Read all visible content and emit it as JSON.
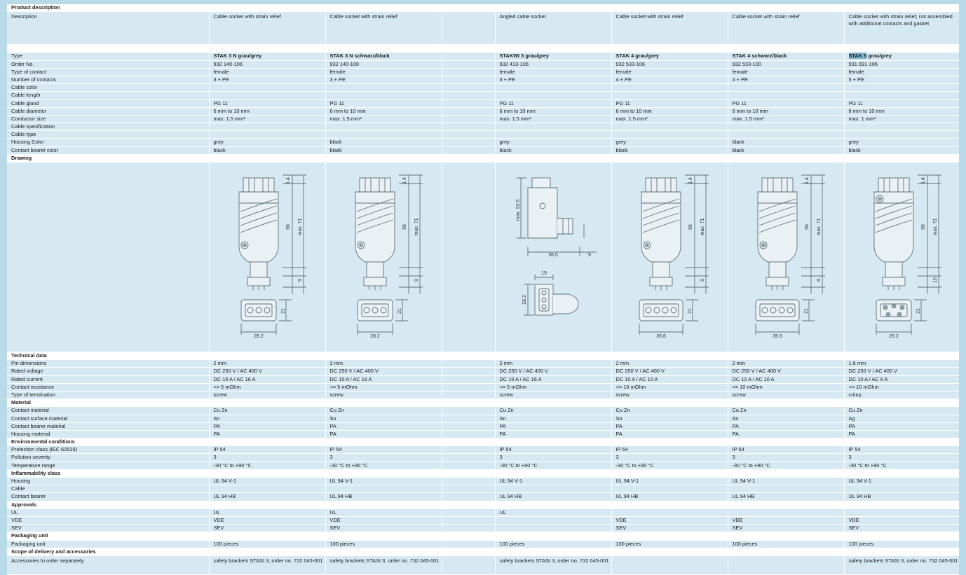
{
  "columns": [
    {
      "id": "c1",
      "desc": "Cable socket with strain relief",
      "type": "STAK 3 N grau/grey",
      "order": "932 140-106",
      "contact_type": "female",
      "contacts": "3 + PE",
      "gland": "PG 11",
      "diameter": "6 mm to 10 mm",
      "conductor": "max. 1.5 mm²",
      "housing_color": "grey",
      "bearer_color": "black",
      "pin": "2 mm",
      "voltage": "DC 250 V / AC 400 V",
      "current": "DC 10 A / AC 16 A",
      "resistance": "<= 5 mOhm",
      "termination": "screw",
      "contact_material": "Cu Zn",
      "surface": "Sn",
      "bearer_material": "PA",
      "housing_material": "PA",
      "protection": "IP 54",
      "pollution": "3",
      "temp": "-30 °C to +90 °C",
      "fl_housing": "UL 94 V-1",
      "fl_bearer": "UL 94 HB",
      "ul": "UL",
      "vde": "VDE",
      "sev": "SEV",
      "packaging": "100 pieces",
      "acc": "safety brackets STASI 3, order no. 732 045-001",
      "draw": {
        "kind": "straight",
        "dims": [
          "1.4",
          "56",
          "max. 71",
          "9",
          "21",
          "28.2"
        ]
      }
    },
    {
      "id": "c2",
      "desc": "Cable socket with strain relief",
      "type": "STAK 3 N schwarz/black",
      "order": "932 140-100",
      "contact_type": "female",
      "contacts": "3 + PE",
      "gland": "PG 11",
      "diameter": "6 mm to 10 mm",
      "conductor": "max. 1.5 mm²",
      "housing_color": "black",
      "bearer_color": "black",
      "pin": "2 mm",
      "voltage": "DC 250 V / AC 400 V",
      "current": "DC 10 A / AC 16 A",
      "resistance": "<= 5 mOhm",
      "termination": "screw",
      "contact_material": "Cu Zn",
      "surface": "Sn",
      "bearer_material": "PA",
      "housing_material": "PA",
      "protection": "IP 54",
      "pollution": "3",
      "temp": "-30 °C to +90 °C",
      "fl_housing": "UL 94 V-1",
      "fl_bearer": "UL 94 HB",
      "ul": "UL",
      "vde": "VDE",
      "sev": "SEV",
      "packaging": "100 pieces",
      "acc": "safety brackets STASI 3, order no. 732 045-001",
      "draw": {
        "kind": "straight",
        "dims": [
          "1.4",
          "56",
          "max. 71",
          "9",
          "21",
          "28.2"
        ]
      }
    },
    {
      "id": "c3",
      "desc": "",
      "type": "",
      "order": "",
      "contact_type": "",
      "contacts": "",
      "gland": "",
      "diameter": "",
      "conductor": "",
      "housing_color": "",
      "bearer_color": "",
      "pin": "",
      "voltage": "",
      "current": "",
      "resistance": "",
      "termination": "",
      "contact_material": "",
      "surface": "",
      "bearer_material": "",
      "housing_material": "",
      "protection": "",
      "pollution": "",
      "temp": "",
      "fl_housing": "",
      "fl_bearer": "",
      "ul": "",
      "vde": "",
      "sev": "",
      "packaging": "",
      "acc": "",
      "draw": {
        "kind": "none",
        "dims": []
      }
    },
    {
      "id": "c4",
      "desc": "Angled cable socket",
      "type": "STAKWI 3 grau/grey",
      "order": "932 413-106",
      "contact_type": "female",
      "contacts": "3 + PE",
      "gland": "PG 11",
      "diameter": "6 mm to 10 mm",
      "conductor": "max. 1.5 mm²",
      "housing_color": "grey",
      "bearer_color": "black",
      "pin": "2 mm",
      "voltage": "DC 250 V / AC 400 V",
      "current": "DC 10 A / AC 16 A",
      "resistance": "<= 5 mOhm",
      "termination": "screw",
      "contact_material": "Cu Zn",
      "surface": "Sn",
      "bearer_material": "PA",
      "housing_material": "PA",
      "protection": "IP 54",
      "pollution": "3",
      "temp": "-30 °C to +90 °C",
      "fl_housing": "UL 94 V-1",
      "fl_bearer": "UL 94 HB",
      "ul": "UL",
      "vde": "",
      "sev": "",
      "packaging": "100 pieces",
      "acc": "safety brackets STASI 3, order no. 732 045-001",
      "draw": {
        "kind": "angled",
        "dims": [
          "max. 53.5",
          "36.5",
          "9",
          "19",
          "28.2"
        ]
      }
    },
    {
      "id": "c5",
      "desc": "Cable socket with strain relief",
      "type": "STAK 4 grau/grey",
      "order": "932 533-106",
      "contact_type": "female",
      "contacts": "4 + PE",
      "gland": "PG 11",
      "diameter": "6 mm to 10 mm",
      "conductor": "max. 1.5 mm²",
      "housing_color": "grey",
      "bearer_color": "black",
      "pin": "2 mm",
      "voltage": "DC 250 V / AC 400 V",
      "current": "DC 10 A / AC 10 A",
      "resistance": "<= 10 mOhm",
      "termination": "screw",
      "contact_material": "Cu Zn",
      "surface": "Sn",
      "bearer_material": "PA",
      "housing_material": "PA",
      "protection": "IP 54",
      "pollution": "3",
      "temp": "-30 °C to +90 °C",
      "fl_housing": "UL 94 V-1",
      "fl_bearer": "UL 94 HB",
      "ul": "",
      "vde": "VDE",
      "sev": "SEV",
      "packaging": "100 pieces",
      "acc": "",
      "draw": {
        "kind": "straight4",
        "dims": [
          "1.4",
          "56",
          "max. 71",
          "9",
          "21",
          "35.6"
        ]
      }
    },
    {
      "id": "c6",
      "desc": "Cable socket with strain relief",
      "type": "STAK 4 schwarz/black",
      "order": "932 533-100",
      "contact_type": "female",
      "contacts": "4 + PE",
      "gland": "PG 11",
      "diameter": "6 mm to 10 mm",
      "conductor": "max. 1.5 mm²",
      "housing_color": "black",
      "bearer_color": "black",
      "pin": "2 mm",
      "voltage": "DC 250 V / AC 400 V",
      "current": "DC 10 A / AC 10 A",
      "resistance": "<= 10 mOhm",
      "termination": "screw",
      "contact_material": "Cu Zn",
      "surface": "Sn",
      "bearer_material": "PA",
      "housing_material": "PA",
      "protection": "IP 54",
      "pollution": "3",
      "temp": "-30 °C to +90 °C",
      "fl_housing": "UL 94 V-1",
      "fl_bearer": "UL 94 HB",
      "ul": "",
      "vde": "VDE",
      "sev": "SEV",
      "packaging": "100 pieces",
      "acc": "",
      "draw": {
        "kind": "straight4",
        "dims": [
          "1.4",
          "56",
          "max. 71",
          "9",
          "21",
          "35.6"
        ]
      }
    },
    {
      "id": "c7",
      "desc": "Cable socket with strain relief, not assembled with additional contacts and gasket",
      "type_hl": "STAK 5",
      "type": " grau/grey",
      "order": "931 691-106",
      "contact_type": "female",
      "contacts": "5 + PE",
      "gland": "PG 11",
      "diameter": "8 mm to 10 mm",
      "conductor": "max. 1 mm²",
      "housing_color": "grey",
      "bearer_color": "black",
      "pin": "1.6 mm",
      "voltage": "DC 250 V / AC 400 V",
      "current": "DC 10 A / AC 6 A",
      "resistance": "<= 10 mOhm",
      "termination": "crimp",
      "contact_material": "Cu Zn",
      "surface": "Ag",
      "bearer_material": "PA",
      "housing_material": "PA",
      "protection": "IP 54",
      "pollution": "3",
      "temp": "-30 °C to +90 °C",
      "fl_housing": "UL 94 V-1",
      "fl_bearer": "UL 94 HB",
      "ul": "",
      "vde": "VDE",
      "sev": "SEV",
      "packaging": "100 pieces",
      "acc": "safety brackets STASI 3, order no. 732 045-001",
      "draw": {
        "kind": "straight5",
        "dims": [
          "1.4",
          "56",
          "max. 71",
          "10",
          "21",
          "28.2"
        ]
      }
    }
  ],
  "rows": [
    {
      "kind": "sec",
      "label": "Product description"
    },
    {
      "kind": "desc",
      "label": "Description",
      "key": "desc"
    },
    {
      "kind": "sec",
      "label": ""
    },
    {
      "kind": "t",
      "label": "Type",
      "key": "type"
    },
    {
      "kind": "row",
      "label": "Order No.",
      "key": "order"
    },
    {
      "kind": "row",
      "label": "Type of contact",
      "key": "contact_type"
    },
    {
      "kind": "row",
      "label": "Number of contacts",
      "key": "contacts"
    },
    {
      "kind": "row",
      "label": "Cable color",
      "key": ""
    },
    {
      "kind": "row",
      "label": "Cable length",
      "key": ""
    },
    {
      "kind": "row",
      "label": "Cable gland",
      "key": "gland"
    },
    {
      "kind": "row",
      "label": "Cable diameter",
      "key": "diameter"
    },
    {
      "kind": "row",
      "label": "Conductor size",
      "key": "conductor"
    },
    {
      "kind": "row",
      "label": "Cable specification",
      "key": ""
    },
    {
      "kind": "row",
      "label": "Cable type",
      "key": ""
    },
    {
      "kind": "row",
      "label": "Housing Color",
      "key": "housing_color"
    },
    {
      "kind": "row",
      "label": "Contact bearer color",
      "key": "bearer_color"
    },
    {
      "kind": "sec",
      "label": "Drawing"
    },
    {
      "kind": "draw",
      "label": "",
      "key": ""
    },
    {
      "kind": "sec",
      "label": "Technical data"
    },
    {
      "kind": "row",
      "label": "Pin dimensions",
      "key": "pin"
    },
    {
      "kind": "row",
      "label": "Rated voltage",
      "key": "voltage"
    },
    {
      "kind": "row",
      "label": "Rated current",
      "key": "current"
    },
    {
      "kind": "row",
      "label": "Contact resistance",
      "key": "resistance"
    },
    {
      "kind": "row",
      "label": "Type of termination",
      "key": "termination"
    },
    {
      "kind": "sec",
      "label": "Material"
    },
    {
      "kind": "row",
      "label": "Contact material",
      "key": "contact_material"
    },
    {
      "kind": "row",
      "label": "Contact surface material",
      "key": "surface"
    },
    {
      "kind": "row",
      "label": "Contact bearer material",
      "key": "bearer_material"
    },
    {
      "kind": "row",
      "label": "Housing material",
      "key": "housing_material"
    },
    {
      "kind": "sec",
      "label": "Environmental conditions"
    },
    {
      "kind": "row",
      "label": "Protection class (IEC 60529)",
      "key": "protection"
    },
    {
      "kind": "row",
      "label": "Pollution severity",
      "key": "pollution"
    },
    {
      "kind": "row",
      "label": "Temperature range",
      "key": "temp"
    },
    {
      "kind": "sec",
      "label": "Inflammability class"
    },
    {
      "kind": "row",
      "label": "Housing",
      "key": "fl_housing"
    },
    {
      "kind": "row",
      "label": "Cable",
      "key": ""
    },
    {
      "kind": "row",
      "label": "Contact bearer",
      "key": "fl_bearer"
    },
    {
      "kind": "sec",
      "label": "Approvals"
    },
    {
      "kind": "row",
      "label": "UL",
      "key": "ul"
    },
    {
      "kind": "row",
      "label": "VDE",
      "key": "vde"
    },
    {
      "kind": "row",
      "label": "SEV",
      "key": "sev"
    },
    {
      "kind": "sec",
      "label": "Packaging unit"
    },
    {
      "kind": "row",
      "label": "Packaging unit",
      "key": "packaging"
    },
    {
      "kind": "sec",
      "label": "Scope of delivery and accessories"
    },
    {
      "kind": "acc",
      "label": "Accessories to order separately",
      "key": "acc"
    }
  ],
  "colors": {
    "background": "#b9dae8",
    "cell": "#d6e9f2",
    "section": "#ffffff",
    "highlight": "#7fb6cf"
  }
}
